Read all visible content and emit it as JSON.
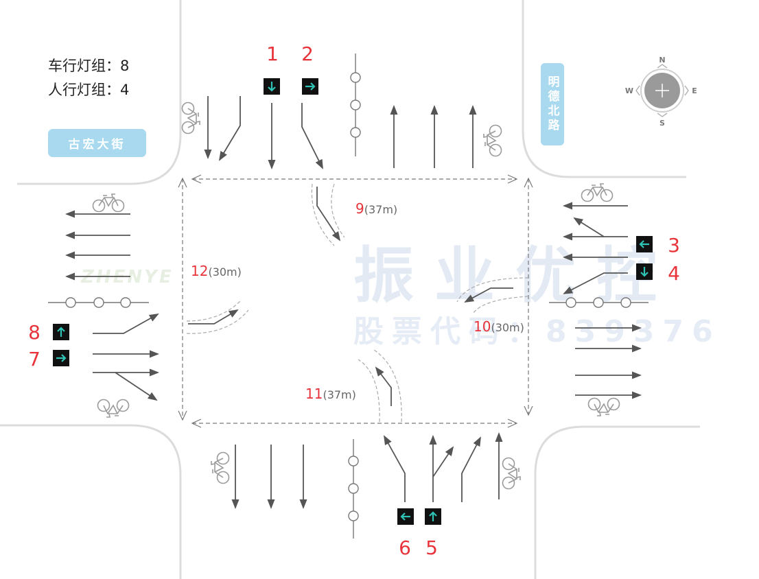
{
  "legend": {
    "vehicle": "车行灯组：8",
    "pedestrian": "人行灯组：4"
  },
  "streets": {
    "west_label": "古宏大街",
    "north_label": "明德北路"
  },
  "compass": {
    "n": "N",
    "e": "E",
    "s": "S",
    "w": "W"
  },
  "signals": [
    {
      "id": "1",
      "direction": "down"
    },
    {
      "id": "2",
      "direction": "right"
    },
    {
      "id": "3",
      "direction": "left"
    },
    {
      "id": "4",
      "direction": "down"
    },
    {
      "id": "5",
      "direction": "up"
    },
    {
      "id": "6",
      "direction": "left"
    },
    {
      "id": "7",
      "direction": "right"
    },
    {
      "id": "8",
      "direction": "up"
    }
  ],
  "crossings": [
    {
      "id": "9",
      "length": "(37m)"
    },
    {
      "id": "10",
      "length": "(30m)"
    },
    {
      "id": "11",
      "length": "(37m)"
    },
    {
      "id": "12",
      "length": "(30m)"
    }
  ],
  "watermark": {
    "brand": "振业优控",
    "stock": "股票代码：839376",
    "logo": "ZHENYE"
  },
  "colors": {
    "signal_bg": "#111111",
    "signal_arrow": "#2ec4b6",
    "number": "#e8333a",
    "lane_arrow": "#555555",
    "road_edge": "#dcdcdc",
    "street_label_bg": "#a9d9ef"
  }
}
